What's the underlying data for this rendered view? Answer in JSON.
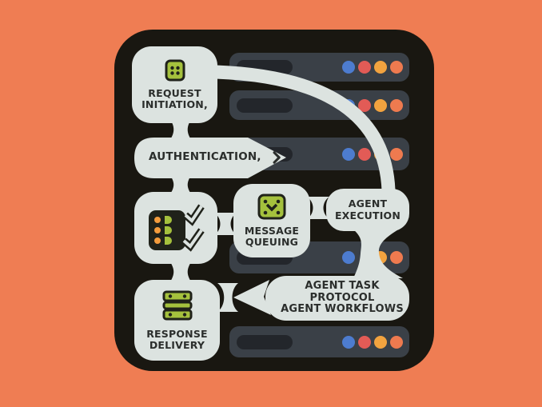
{
  "scene": {
    "background_color": "#ef7d53",
    "panel_color": "#191711",
    "node_color": "#dce3e0",
    "text_color": "#2b2e2c"
  },
  "nodes": {
    "request_initiation": {
      "label": "REQUEST INITIATION,",
      "icon": "dice-grid-icon"
    },
    "authentication": {
      "label": "AUTHENTICATION,",
      "icon": "chevron-right-icon"
    },
    "task_checklist": {
      "icon": "checklist-icon"
    },
    "message_queuing": {
      "label": "MESSAGE QUEUING",
      "icon": "message-check-icon"
    },
    "agent_execution": {
      "label": "AGENT EXECUTION"
    },
    "agent_task_protocol": {
      "line1": "AGENT TASK PROTOCOL",
      "line2": "AGENT WORKFLOWS"
    },
    "response_delivery": {
      "label": "RESPONSE DELIVERY",
      "icon": "server-stack-icon"
    }
  },
  "server_rack": {
    "rows": [
      {
        "dots": [
          "blue",
          "red",
          "amber",
          "orange"
        ]
      },
      {
        "dots": [
          "blue",
          "red",
          "amber",
          "orange"
        ]
      },
      {
        "dots": [
          "blue",
          "red",
          "amber",
          "orange"
        ]
      },
      {
        "dots": [
          "blue",
          null,
          "amber",
          "orange"
        ]
      },
      {
        "dots": [
          "blue",
          "red",
          "amber",
          "orange"
        ]
      }
    ],
    "dot_palette": {
      "blue": "#4d7ccf",
      "red": "#e25b56",
      "amber": "#f2a33f",
      "orange": "#ee7a4f"
    }
  },
  "icon_palette": {
    "green": "#a5c13d",
    "dark": "#20221a",
    "accent_orange": "#f39c3d"
  }
}
